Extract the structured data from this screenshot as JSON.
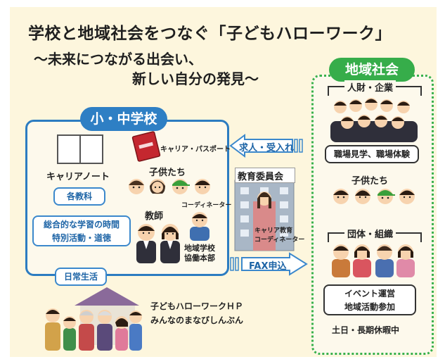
{
  "title": "学校と地域社会をつなぐ「子どもハローワーク」",
  "subtitle_line1": "〜未来につながる出会い、",
  "subtitle_line2": "新しい自分の発見〜",
  "school": {
    "heading": "小・中学校",
    "career_note": "キャリアノート",
    "career_passport": "キャリア・パスポート",
    "children": "子供たち",
    "subjects": "各教科",
    "integrated_line1": "総合的な学習の時間",
    "integrated_line2": "特別活動・道徳",
    "teachers": "教師",
    "coordinator": "コーディネーター",
    "headquarters_line1": "地域学校",
    "headquarters_line2": "協働本部",
    "daily_life": "日常生活"
  },
  "board": {
    "label": "教育委員会",
    "career_coordinator_line1": "キャリア教育",
    "career_coordinator_line2": "コーディネーター"
  },
  "arrows": {
    "recruit": "求人・受入れ",
    "fax": "FAX申込"
  },
  "community": {
    "heading": "地域社会",
    "people_companies": "人財・企業",
    "workplace": "職場見学、職場体験",
    "children": "子供たち",
    "groups": "団体・組織",
    "event_line1": "イベント運営",
    "event_line2": "地域活動参加",
    "holidays": "土日・長期休暇中"
  },
  "home": {
    "hp": "子どもハローワークＨＰ",
    "newspaper": "みんなのまなびしんぶん"
  },
  "colors": {
    "school_blue": "#2e7fc4",
    "community_green": "#36ad4a",
    "panel": "#fdf6dd"
  }
}
